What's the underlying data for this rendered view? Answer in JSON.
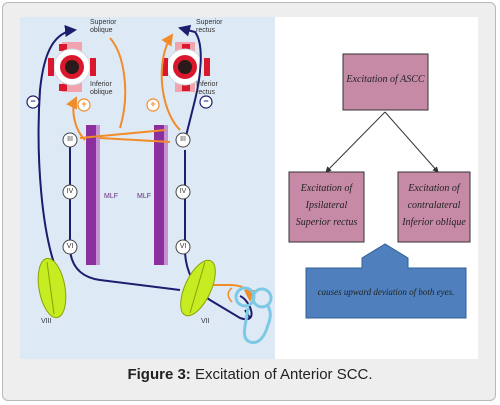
{
  "caption": {
    "label": "Figure 3:",
    "text": " Excitation of Anterior SCC."
  },
  "anatomy": {
    "left_eye_top_label": "Superior\noblique",
    "left_eye_bottom_label": "Inferior\noblique",
    "right_eye_top_label": "Superior\nrectus",
    "right_eye_bottom_label": "Inferior\nrectus",
    "nucleus_III": "III",
    "nucleus_IV": "IV",
    "nucleus_VI": "VI",
    "nucleus_VIII": "VIII",
    "nucleus_VII": "VII",
    "mlf_label": "MLF",
    "minus_sign": "−",
    "plus_sign": "+"
  },
  "flowchart": {
    "top_box": "Excitation of ASCC",
    "left_box": "Excitation of\nIpsilateral\nSuperior rectus",
    "right_box": "Excitation of\ncontralateral\nInferior oblique",
    "bottom_arrow_text": "causes upward deviation of both eyes.",
    "colors": {
      "box_fill": "#c78aa6",
      "arrow_fill": "#4f80bd",
      "box_border": "#333333"
    }
  },
  "colors": {
    "anatomy_bg": "#dde9f5",
    "orange_path": "#f28c28",
    "navy_path": "#1d1d6e",
    "mlf_purple": "#8b2f9e",
    "vestibular_green": "#c6ec22",
    "eye_red": "#d9182d"
  }
}
